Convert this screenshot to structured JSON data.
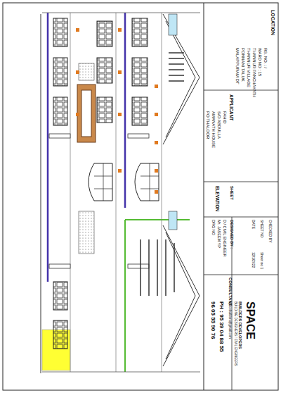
{
  "diagram": {
    "labels": [
      "LOCATION",
      "RS. NO. : /",
      "WARD NO : 15",
      "THANNUR PANCHAYATH",
      "THANNUR VILLAGE",
      "PONNANI TALUK",
      "MALAPPURAM DT",
      "APPLICANT",
      "FAHID",
      "S/O ABDULLA",
      "AMANATH HOUSE",
      "PO THALOOR",
      "SHEET",
      "ELEVATION",
      "DESIGNED BY :",
      "D / CIVIL ENGINEER",
      "Mr. JASEEM YP",
      "DRG NO",
      "CHECKED BY",
      "SHEET NO",
      "DATE",
      "Sheet no 1",
      "12/1/2022",
      "CONSULTANT",
      "SPACE",
      "BUILDERS DEVELOPERS",
      "BUILDING DESIGNERS / CIVIL ENGINEERS",
      "spacebuilders@gmail.com",
      "PH : 95 39 04 88 55",
      "96 05 55 90 76"
    ]
  }
}
